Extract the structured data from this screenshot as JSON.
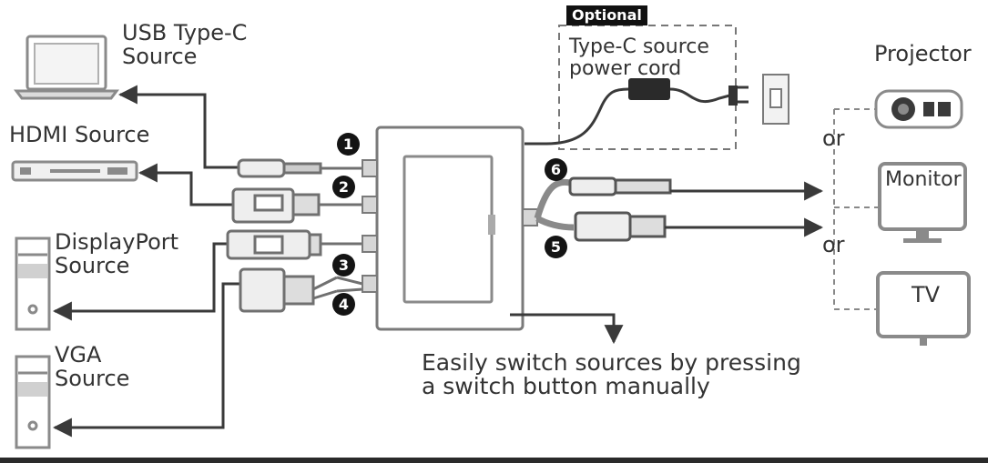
{
  "labels": {
    "usb_source": "USB Type-C\nSource",
    "hdmi_source": "HDMI Source",
    "dp_source": "DisplayPort\nSource",
    "vga_source": "VGA\nSource",
    "projector": "Projector",
    "monitor": "Monitor",
    "tv": "TV",
    "or_1": "or",
    "or_2": "or",
    "optional_badge": "Optional",
    "power_cord": "Type-C source\npower cord",
    "switch_note": "Easily switch sources by pressing\na switch button manually"
  },
  "ports": {
    "p1": "1",
    "p2": "2",
    "p3": "3",
    "p4": "4",
    "p5": "5",
    "p6": "6"
  },
  "icons": [
    "laptop-icon",
    "hdmi-player-icon",
    "desktop-tower-icon",
    "projector-icon",
    "monitor-icon",
    "tv-icon",
    "power-adapter-icon",
    "wall-outlet-icon",
    "switch-box-icon"
  ],
  "colors": {
    "line": "#3a3a3a",
    "device": "#9a9a9a",
    "badge": "#111111"
  }
}
